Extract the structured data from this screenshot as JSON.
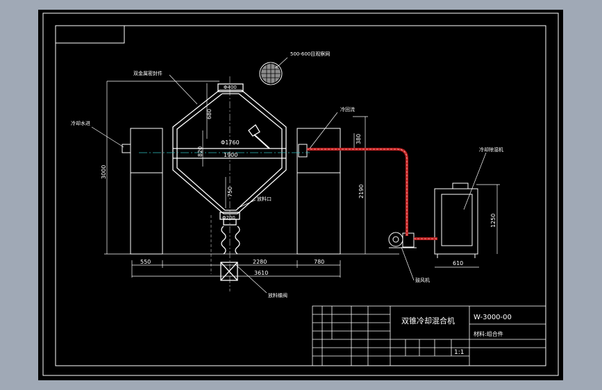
{
  "colors": {
    "background": "#a0a9b6",
    "paper": "#000000",
    "line": "#ffffff",
    "pipe": "#c02020",
    "center_line": "#30c0c0"
  },
  "callouts": {
    "inspection_window": "500-600目观察网",
    "dual_seal": "双金属密封件",
    "coolant_inlet": "冷却水进",
    "return_port": "冷回流",
    "chiller": "冷却除湿机",
    "discharge": "放料口",
    "outlet_valve": "放料蝶阀",
    "blower": "鼓风机"
  },
  "dimensions": {
    "vessel_top_dia": "Φ400",
    "vessel_dia": "Φ1760",
    "body_width": "1900",
    "top_height": "680",
    "mid_height": "820",
    "lower_height": "750",
    "bottom_dia": "Φ200",
    "overall_height": "3000",
    "axis_height": "2190",
    "pipe_offset": "380",
    "chiller_height": "1250",
    "left_support": "550",
    "span": "2280",
    "right_support": "780",
    "total_width": "3610",
    "chiller_width": "610"
  },
  "title_block": {
    "title": "双锥冷却混合机",
    "drawing_number": "W-3000-00",
    "material": "材料:组合件",
    "scale": "1:1"
  }
}
